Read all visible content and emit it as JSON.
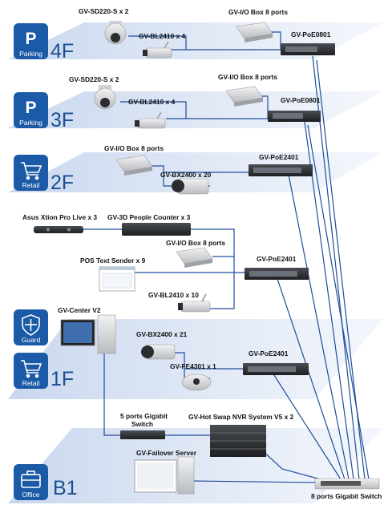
{
  "floors": {
    "f4": {
      "level": "4F",
      "badge": "Parking",
      "glyph": "P"
    },
    "f3": {
      "level": "3F",
      "badge": "Parking",
      "glyph": "P"
    },
    "f2": {
      "level": "2F",
      "badge": "Retail"
    },
    "f1": {
      "level": "1F",
      "badge_guard": "Guard",
      "badge_retail": "Retail"
    },
    "b1": {
      "level": "B1",
      "badge": "Office"
    }
  },
  "devices": {
    "f4_sd220": "GV-SD220-S x 2",
    "f4_iobox": "GV-I/O Box 8 ports",
    "f4_bl2410": "GV-BL2410 x 4",
    "f4_poe": "GV-PoE0801",
    "f3_sd220": "GV-SD220-S x 2",
    "f3_iobox": "GV-I/O Box 8 ports",
    "f3_bl2410": "GV-BL2410 x 4",
    "f3_poe": "GV-PoE0801",
    "f2_iobox": "GV-I/O Box 8 ports",
    "f2_poe": "GV-PoE2401",
    "f2_bx2400": "GV-BX2400 x 20",
    "xtion": "Asus Xtion Pro Live x 3",
    "counter": "GV-3D People Counter x 3",
    "mid_iobox": "GV-I/O Box 8 ports",
    "pos": "POS Text Sender x 9",
    "mid_poe": "GV-PoE2401",
    "mid_bl2410": "GV-BL2410 x 10",
    "center": "GV-Center V2",
    "f1_bx2400": "GV-BX2400 x 21",
    "f1_poe": "GV-PoE2401",
    "f1_fe4301": "GV-FE4301 x 1",
    "sw5_line1": "5 ports Gigabit",
    "sw5_line2": "Switch",
    "nvr": "GV-Hot Swap NVR System V5 x 2",
    "failover": "GV-Failover Server",
    "sw8": "8 ports Gigabit Switch"
  },
  "colors": {
    "wire": "#1f4e9c",
    "badge": "#1b5aa6",
    "floor_text": "#1b4f93",
    "plane": "#dde6f4"
  }
}
